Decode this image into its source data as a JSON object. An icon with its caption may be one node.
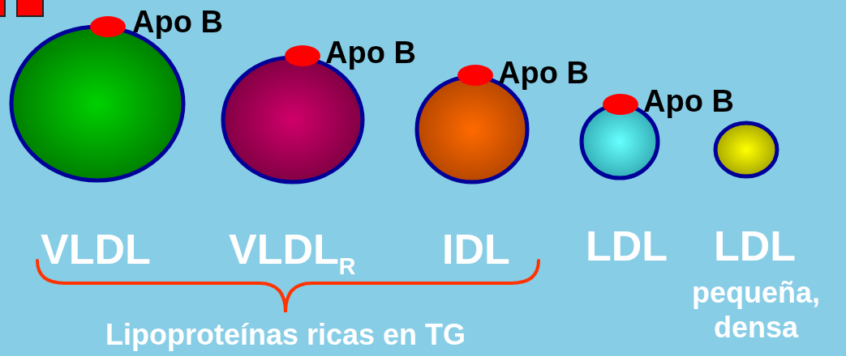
{
  "diagram": {
    "nodes": [
      {
        "text": [],
        "shape": "circle",
        "beside": [
          "Apo B",
          "VLDL"
        ]
      },
      {
        "text": [],
        "shape": "circle",
        "beside": [
          "Apo B",
          "VLDL$_{R}$"
        ]
      },
      {
        "text": [],
        "shape": "circle",
        "beside": [
          "Apo B",
          "IDL"
        ]
      },
      {
        "text": [],
        "shape": "circle",
        "beside": [
          "Apo B",
          "LDL"
        ]
      },
      {
        "text": [],
        "shape": "circle",
        "beside": [
          "LDL",
          "pequeña, densa"
        ]
      }
    ],
    "labels": [
      "Lipoproteínas ricas en TG"
    ]
  }
}
